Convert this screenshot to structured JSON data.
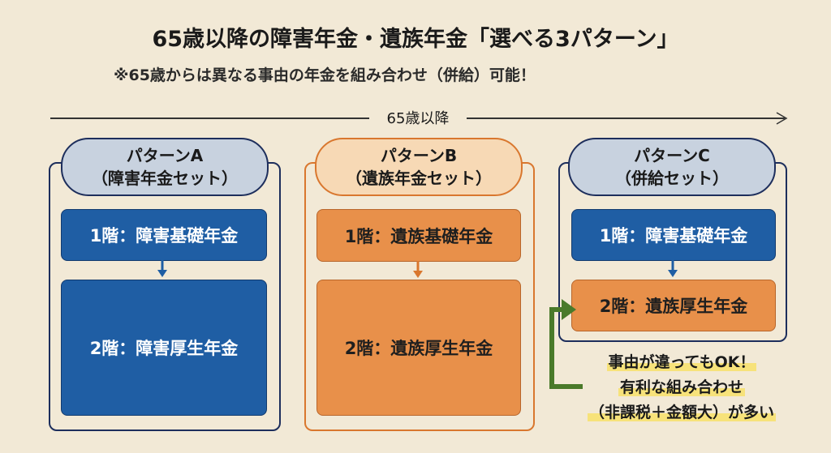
{
  "title": "65歳以降の障害年金・遺族年金「選べる3パターン」",
  "subtitle": "※65歳からは異なる事由の年金を組み合わせ（併給）可能！",
  "timeline_label": "65歳以降",
  "patterns": [
    {
      "name": "パターンA",
      "set": "（障害年金セット）",
      "tier1": "1階：障害基礎年金",
      "tier2": "2階：障害厚生年金"
    },
    {
      "name": "パターンB",
      "set": "（遺族年金セット）",
      "tier1": "1階：遺族基礎年金",
      "tier2": "2階：遺族厚生年金"
    },
    {
      "name": "パターンC",
      "set": "（併給セット）",
      "tier1": "1階：障害基礎年金",
      "tier2": "2階：遺族厚生年金"
    }
  ],
  "note": [
    "事由が違ってもOK！",
    "有利な組み合わせ",
    "（非課税＋金額大）が多い"
  ],
  "colors": {
    "blue": "#1f5ea4",
    "orange": "#e8904a",
    "green": "#4a7a2a",
    "background": "#f2e9d6"
  }
}
